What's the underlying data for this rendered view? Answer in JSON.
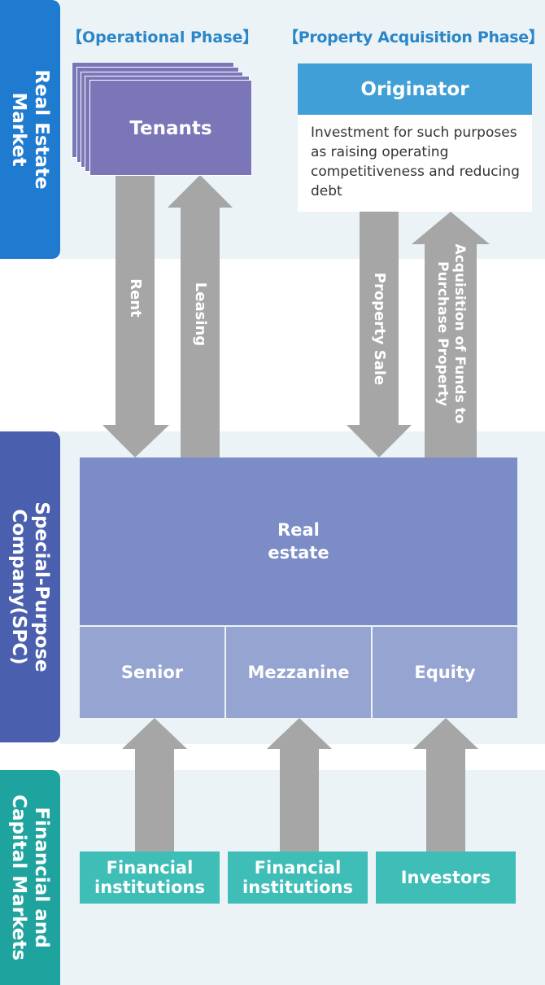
{
  "side_labels": {
    "real_estate_market": "Real Estate\nMarket",
    "spc": "Special-Purpose\nCompany(SPC)",
    "financial_markets": "Financial and\nCapital Markets"
  },
  "phases": {
    "operational": "【Operational Phase】",
    "acquisition": "【Property Acquisition Phase】"
  },
  "tenants": {
    "label": "Tenants"
  },
  "originator": {
    "title": "Originator",
    "description": "Investment for such purposes as raising operating competitiveness and reducing debt"
  },
  "arrows": {
    "rent": "Rent",
    "leasing": "Leasing",
    "property_sale": "Property Sale",
    "acquisition_funds": "Acquisition of Funds to\nPurchase Property"
  },
  "spc": {
    "real_estate": "Real\nestate",
    "tranches": [
      "Senior",
      "Mezzanine",
      "Equity"
    ]
  },
  "sources": [
    "Financial\ninstitutions",
    "Financial\ninstitutions",
    "Investors"
  ],
  "colors": {
    "band": "#ebf3f6",
    "blue_side": "#1f7bd0",
    "indigo_side": "#4a5fad",
    "teal_side": "#1fa39e",
    "tenants": "#7b76b8",
    "originator": "#3f9fd6",
    "real_estate": "#7b8cc6",
    "tranche": "#96a4d2",
    "teal_box": "#3fbdb7",
    "arrow": "#a6a6a6"
  }
}
